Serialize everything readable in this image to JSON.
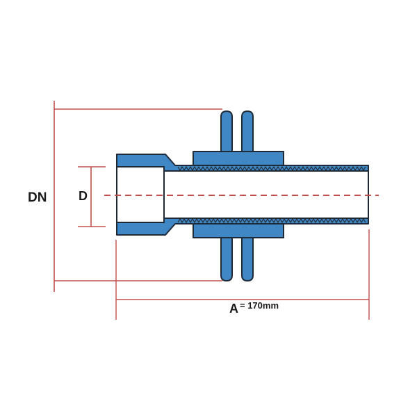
{
  "labels": {
    "outer_diameter": "DN",
    "inner_diameter": "D",
    "length_letter": "A",
    "length_value": "= 170mm"
  },
  "colors": {
    "part_fill": "#3f88c5",
    "outline": "#1f2a36",
    "dimension": "#c0504d",
    "background": "#ffffff"
  }
}
